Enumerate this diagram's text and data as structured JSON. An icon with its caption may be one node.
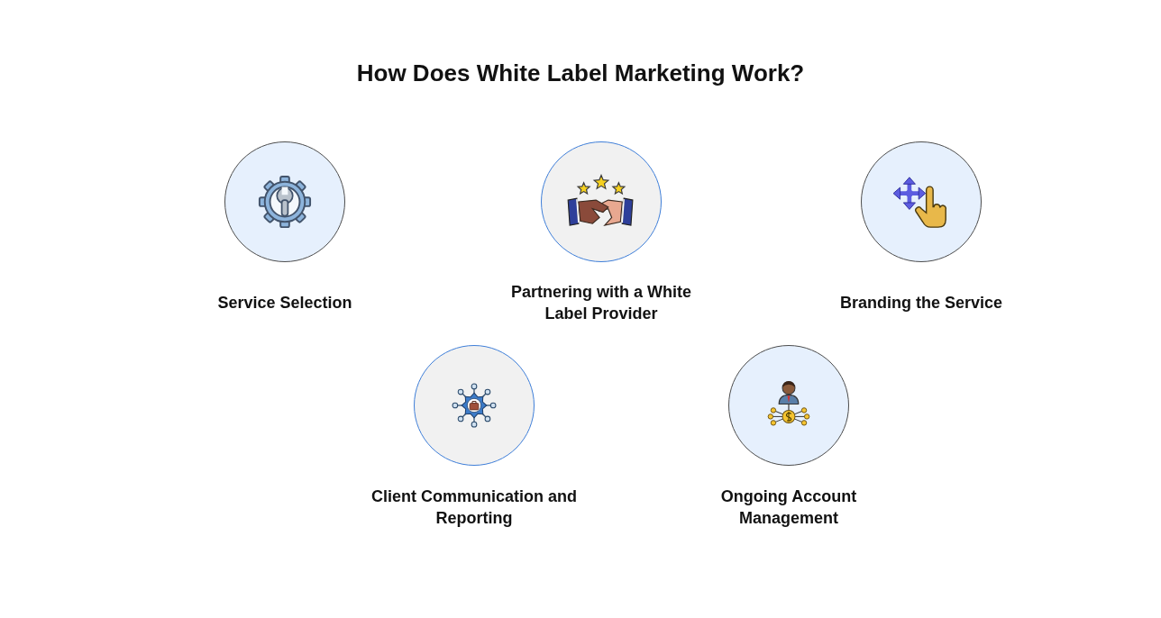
{
  "diagram": {
    "title": "How Does White Label Marketing Work?",
    "nodes": [
      {
        "text": [
          "Service Selection"
        ]
      },
      {
        "text": [
          "Partnering with a White Label Provider"
        ]
      },
      {
        "text": [
          "Branding the Service"
        ]
      },
      {
        "text": [
          "Client Communication and Reporting"
        ]
      },
      {
        "text": [
          "Ongoing Account Management"
        ]
      }
    ]
  }
}
